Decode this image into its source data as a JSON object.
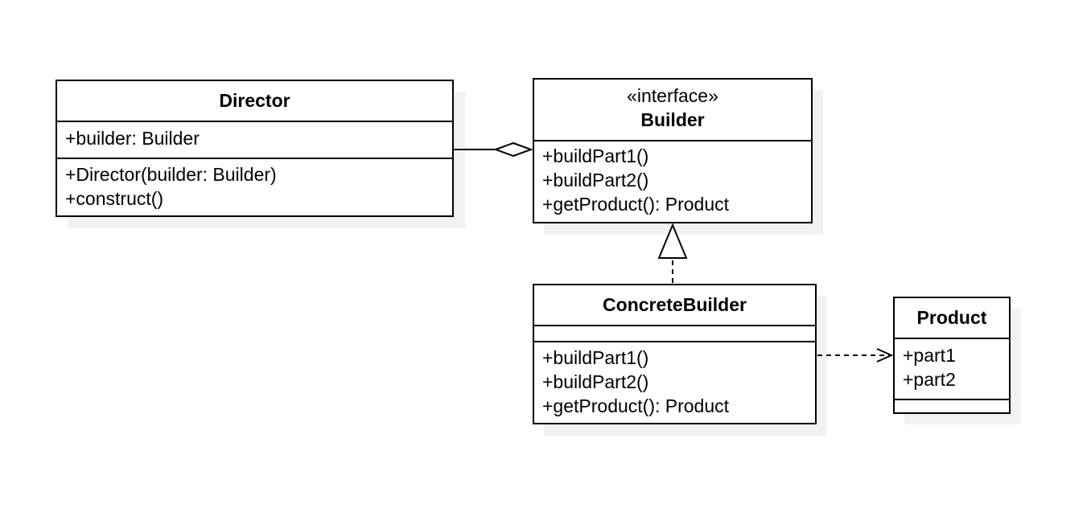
{
  "classes": {
    "director": {
      "name": "Director",
      "attributes": [
        "+builder: Builder"
      ],
      "operations": [
        "+Director(builder: Builder)",
        "+construct()"
      ]
    },
    "builder": {
      "stereotype": "«interface»",
      "name": "Builder",
      "operations": [
        "+buildPart1()",
        "+buildPart2()",
        "+getProduct(): Product"
      ]
    },
    "concrete_builder": {
      "name": "ConcreteBuilder",
      "attributes": [],
      "operations": [
        "+buildPart1()",
        "+buildPart2()",
        "+getProduct(): Product"
      ]
    },
    "product": {
      "name": "Product",
      "attributes": [
        "+part1",
        "+part2"
      ],
      "operations": []
    }
  },
  "relationships": [
    {
      "type": "aggregation",
      "from": "Director",
      "to": "Builder"
    },
    {
      "type": "realization",
      "from": "ConcreteBuilder",
      "to": "Builder"
    },
    {
      "type": "dependency",
      "from": "ConcreteBuilder",
      "to": "Product"
    }
  ],
  "colors": {
    "line": "#000000",
    "fill": "#ffffff",
    "shadow": "#f2f2f2"
  }
}
